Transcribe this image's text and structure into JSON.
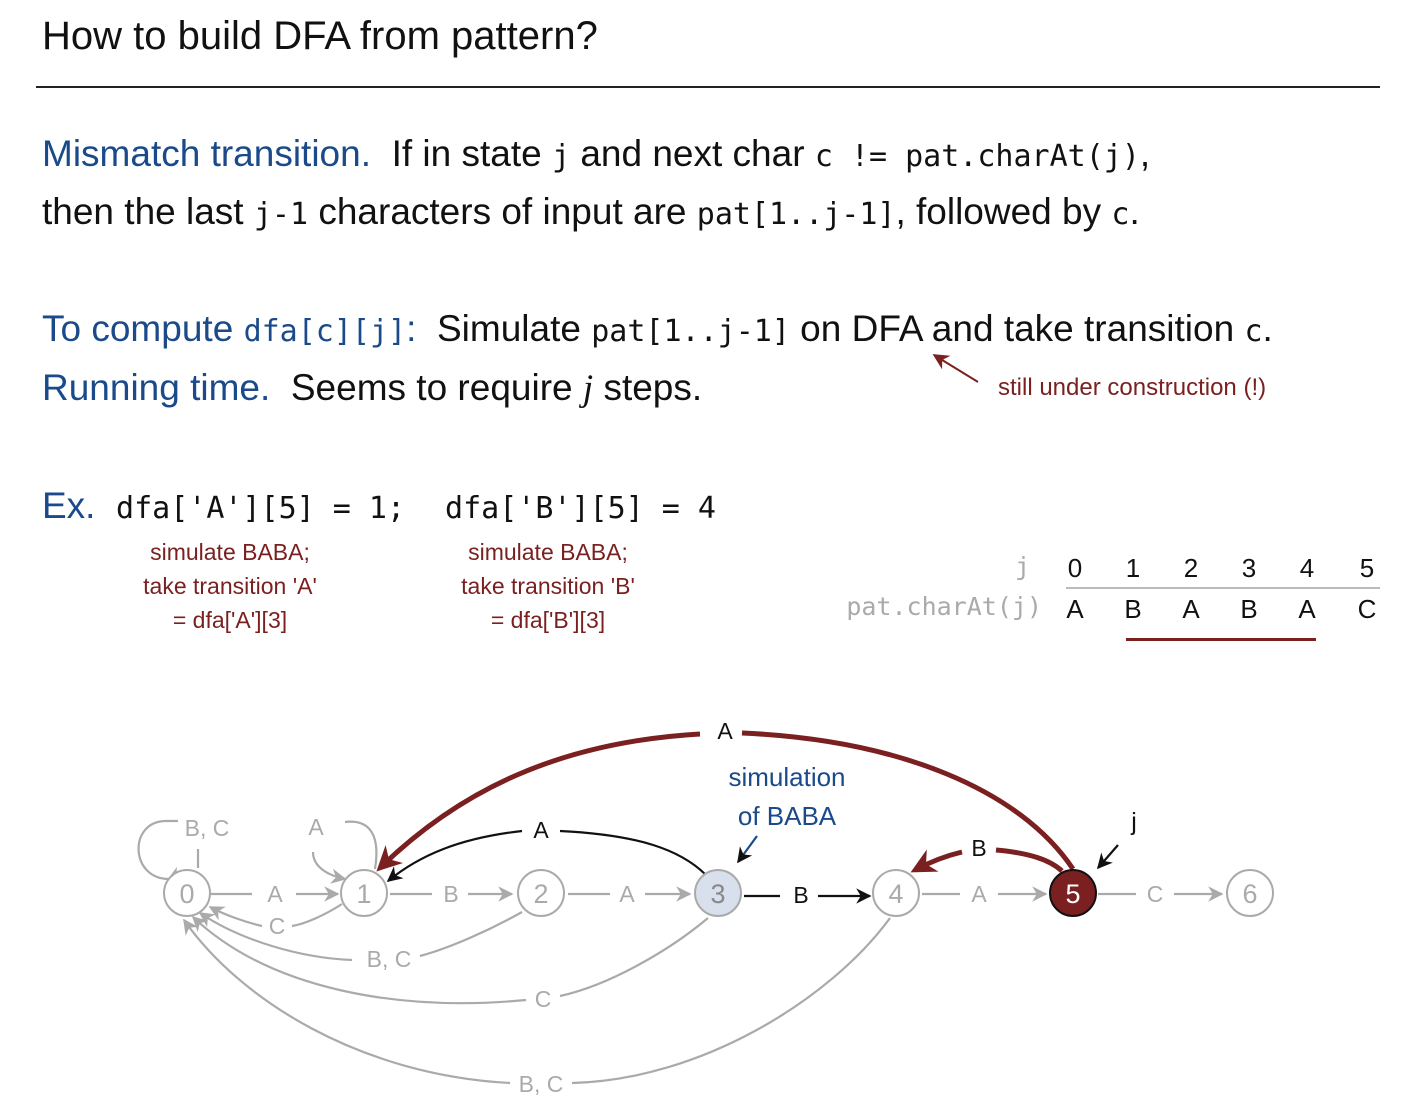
{
  "title": "How to build DFA from pattern?",
  "line1": {
    "heading": "Mismatch transition.",
    "t1": "If in state ",
    "c1": "j",
    "t2": " and next char ",
    "c2": "c != pat.charAt(j)",
    "t3": ","
  },
  "line2": {
    "t1": "then the last ",
    "c1": "j-1",
    "t2": " characters of input are ",
    "c2": "pat[1..j-1]",
    "t3": ", followed by ",
    "c3": "c",
    "t4": "."
  },
  "line3": {
    "heading": "To compute ",
    "c1": "dfa[c][j]",
    "heading2": ":",
    "t1": "Simulate ",
    "c2": "pat[1..j-1]",
    "t2": " on DFA and take transition ",
    "c3": "c",
    "t3": "."
  },
  "line4": {
    "heading": "Running time.",
    "t1": "Seems to require ",
    "var": "j",
    "t2": " steps."
  },
  "note_construction": "still under construction (!)",
  "example": {
    "heading": "Ex.",
    "code1": "dfa['A'][5] = 1;",
    "code2": "dfa['B'][5] = 4",
    "note_a": [
      "simulate BABA;",
      "take transition 'A'",
      "= dfa['A'][3]"
    ],
    "note_b": [
      "simulate BABA;",
      "take transition 'B'",
      "= dfa['B'][3]"
    ]
  },
  "pattern_table": {
    "j_label": "j",
    "pat_label": "pat.charAt(j)",
    "indices": [
      "0",
      "1",
      "2",
      "3",
      "4",
      "5"
    ],
    "chars": [
      "A",
      "B",
      "A",
      "B",
      "A",
      "C"
    ]
  },
  "dfa": {
    "states": [
      "0",
      "1",
      "2",
      "3",
      "4",
      "5",
      "6"
    ],
    "highlighted_state": "3",
    "current_state": "5",
    "current_label": "j",
    "simulation_label": [
      "simulation",
      "of BABA"
    ],
    "edge_labels": {
      "s0_self": "B, C",
      "s1_self": "A",
      "e0_1": "A",
      "e1_0": "C",
      "e1_2": "B",
      "e2_0": "B, C",
      "e2_3": "A",
      "e3_1": "A",
      "e3_0": "C",
      "e3_4": "B",
      "e4_0": "B, C",
      "e4_5": "A",
      "e5_1": "A",
      "e5_4": "B",
      "e5_6": "C"
    },
    "colors": {
      "gray": "#aaaaaa",
      "black": "#111111",
      "red": "#7a2020",
      "highlight_fill": "#d8e0ee",
      "blue": "#1a4a8a"
    }
  }
}
